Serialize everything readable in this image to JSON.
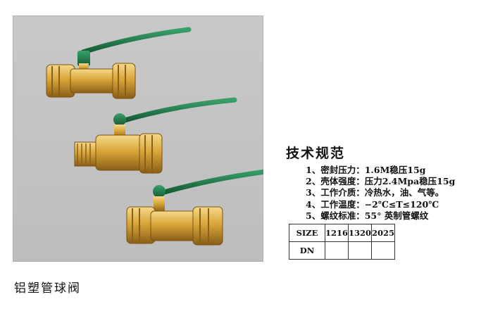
{
  "product": {
    "caption": "铝塑管球阀"
  },
  "spec": {
    "title": "技术规范",
    "items": [
      "1、密封压力：1.6M稳压15g",
      "2、壳体强度：压力2.4Mpa稳压15g",
      "3、工作介质：冷热水，油、气等。",
      "4、工作温度：−2℃≤T≤120℃",
      "5、螺纹标准：55° 英制管螺纹"
    ],
    "table": {
      "size_label": "SIZE",
      "sizes": [
        "1216",
        "1320",
        "2025"
      ],
      "dn_label": "DN",
      "dn_values": [
        "",
        "",
        ""
      ]
    }
  },
  "colors": {
    "photo_background": "#c4c4c4",
    "brass": "#d9a63a",
    "handle_green": "#1f7a4a"
  }
}
